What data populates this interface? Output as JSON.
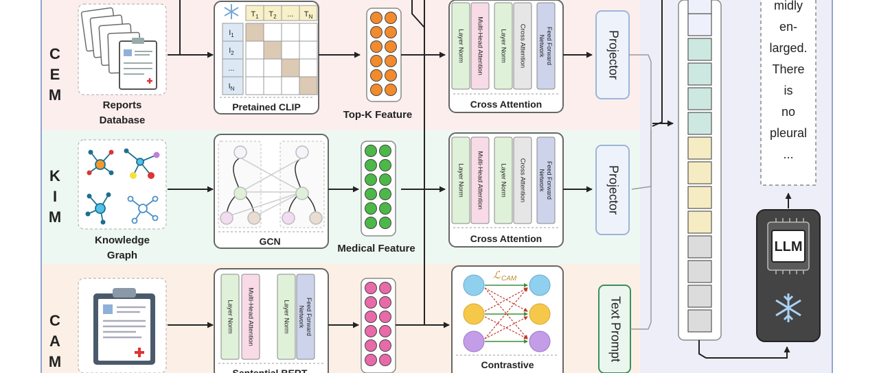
{
  "rows": {
    "cem": {
      "label_letters": [
        "C",
        "E",
        "M"
      ],
      "source_label": [
        "Reports",
        "Database"
      ],
      "encoder_label": "Pretained CLIP",
      "feature_label": "Top-K Feature",
      "attention_label": "Cross Attention",
      "projector_label": "Projector"
    },
    "kim": {
      "label_letters": [
        "K",
        "I",
        "M"
      ],
      "source_label": [
        "Knowledge",
        "Graph"
      ],
      "encoder_label": "GCN",
      "feature_label": "Medical Feature",
      "attention_label": "Cross Attention",
      "projector_label": "Projector"
    },
    "cam": {
      "label_letters": [
        "C",
        "A",
        "M"
      ],
      "encoder_label": "Sentential BERT",
      "contrastive_label": "Contrastive",
      "loss_label": "ℒ",
      "loss_sub": "CAM",
      "prompt_label": "Text Prompt"
    }
  },
  "clip_matrix": {
    "col_headers": [
      "T",
      "T",
      "...",
      "T"
    ],
    "col_subs": [
      "1",
      "2",
      "",
      "N"
    ],
    "row_headers": [
      "I",
      "I",
      "...",
      "I"
    ],
    "row_subs": [
      "1",
      "2",
      "",
      "N"
    ]
  },
  "transformer_blocks": [
    "Layer Norm",
    "Multi-Head Attention",
    "Layer Norm",
    "Cross Attention",
    "Feed Forward Network"
  ],
  "bert_blocks": [
    "Layer Norm",
    "Multi-Head Attention",
    "Layer Norm",
    "Feed Forward Network"
  ],
  "llm_label": "LLM",
  "output_words": [
    "midly",
    "en-",
    "larged.",
    "There",
    "is",
    "no",
    "pleural",
    "..."
  ],
  "colors": {
    "cem_bg": "#fbeeed",
    "kim_bg": "#eef8f3",
    "cam_bg": "#fcf0e6",
    "right_bg": "#eeeef8",
    "orange_feature": "#f28a2e",
    "green_feature": "#4cb848",
    "pink_feature": "#e86aa8",
    "teal_token": "#cde8e0",
    "yellow_token": "#f6ecc4",
    "gray_token": "#dcdcdc",
    "llm_body": "#444444"
  }
}
